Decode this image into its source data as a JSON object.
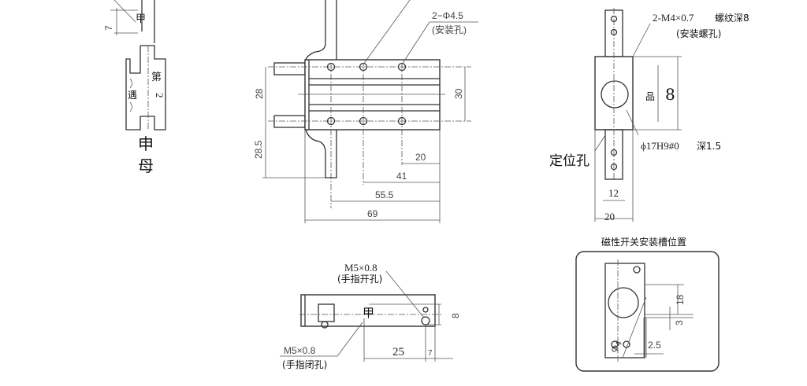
{
  "left_view": {
    "dim_7": "7",
    "char_jia": "甲",
    "char_di": "第",
    "char_yu": "遇",
    "char_2": "2",
    "char_shen": "申",
    "char_mu": "母"
  },
  "front_view": {
    "hole_label": "2−Φ4.5",
    "hole_note": "(安装孔)",
    "dim_28": "28",
    "dim_28_5": "28.5",
    "dim_30": "30",
    "dim_20": "20",
    "dim_41": "41",
    "dim_55_5": "55.5",
    "dim_69": "69"
  },
  "side_view": {
    "thread_label": "2-M4×0.7",
    "thread_depth": "螺纹深8",
    "thread_note": "(安装螺孔)",
    "char_pin": "品",
    "dim_8": "8",
    "bore_label": "ϕ17H9#0",
    "bore_depth": "深1.5",
    "locating_hole": "定位孔",
    "dim_12": "12",
    "dim_20": "20"
  },
  "top_view": {
    "open_hole_label": "M5×0.8",
    "open_hole_note": "(手指开孔)",
    "char_jia": "甲",
    "dim_8": "8",
    "close_hole_label": "M5×0.8",
    "close_hole_note": "(手指闭孔)",
    "dim_25": "25",
    "dim_7": "7"
  },
  "switch_slot": {
    "title": "磁性开关安装槽位置",
    "dim_18": "18",
    "dim_3": "3",
    "dim_2_5": "2.5",
    "dim_phi4": "Φ4"
  }
}
